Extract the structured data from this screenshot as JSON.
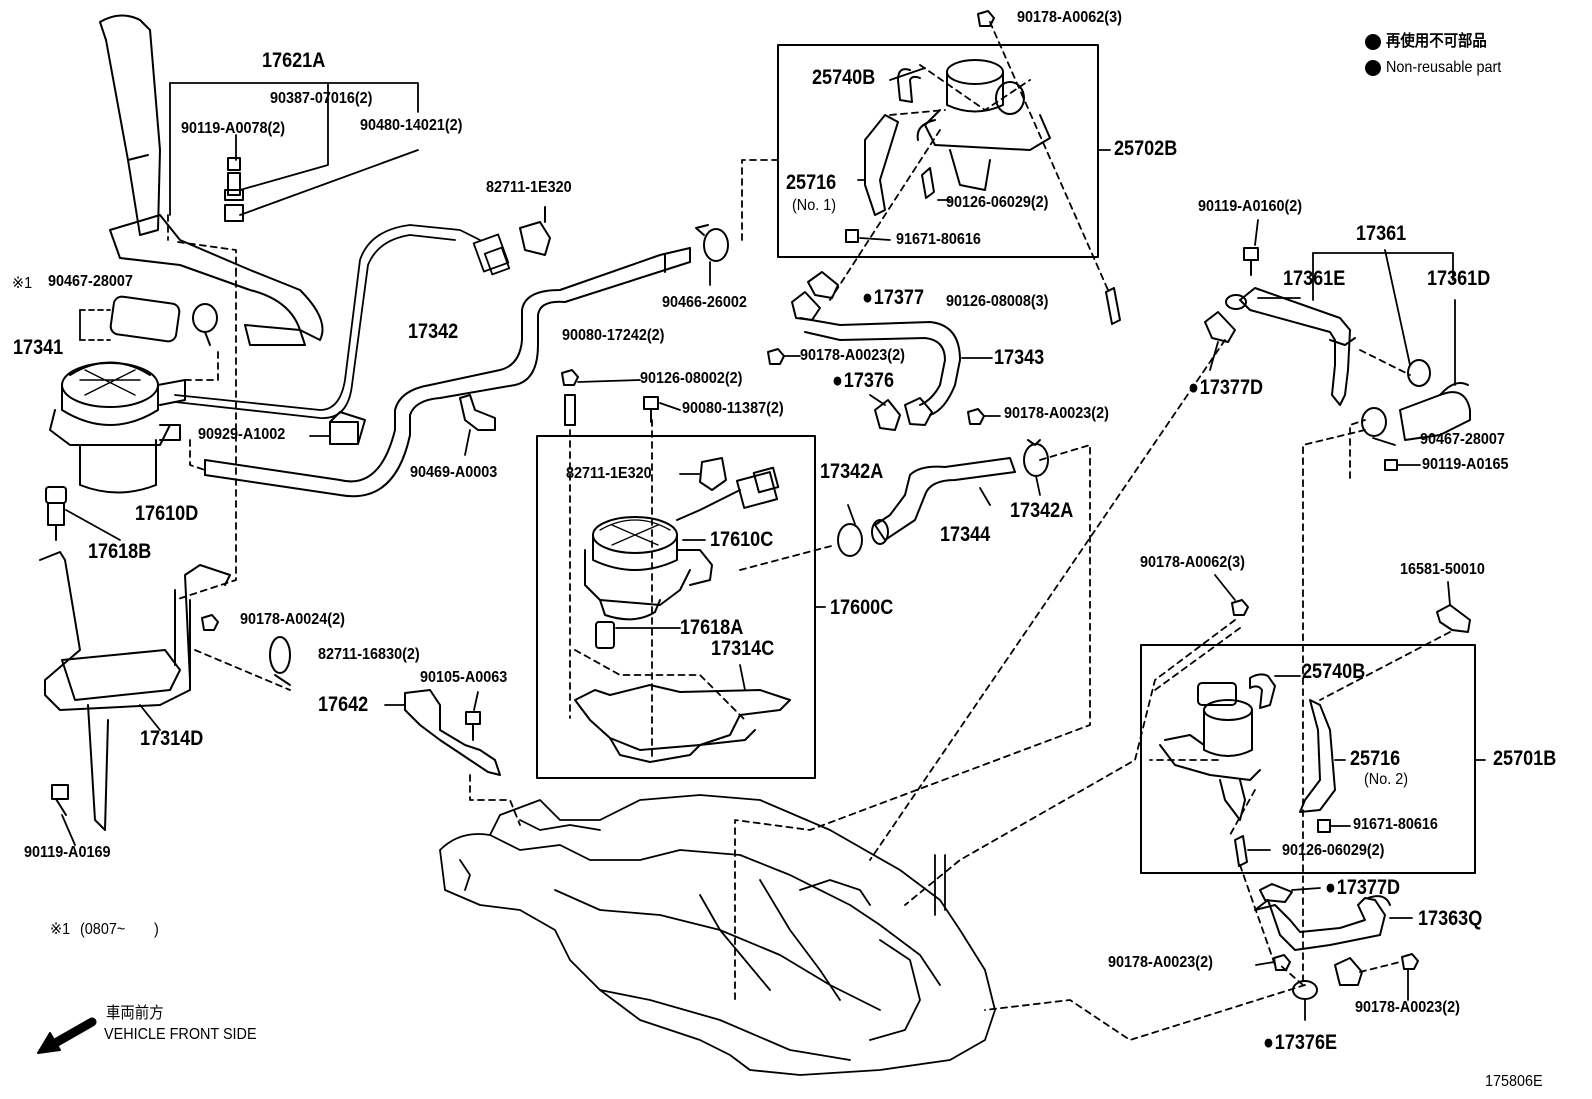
{
  "legend": {
    "jp": "再使用不可部品",
    "en": "Non-reusable part"
  },
  "note": {
    "marker": "※1",
    "range": "(0807~　　)"
  },
  "direction": {
    "jp": "車両前方",
    "en": "VEHICLE FRONT SIDE"
  },
  "figure_number": "175806E",
  "parts": {
    "p17621A": "17621A",
    "p90387": "90387-07016(2)",
    "p90119_A0078": "90119-A0078(2)",
    "p90480": "90480-14021(2)",
    "p90467_left": "90467-28007",
    "p17341": "17341",
    "p17610D": "17610D",
    "p17618B": "17618B",
    "p90178_A0024": "90178-A0024(2)",
    "p82711_16830": "82711-16830(2)",
    "p17314D": "17314D",
    "p90119_A0169": "90119-A0169",
    "p82711_top": "82711-1E320",
    "p17342": "17342",
    "p90929": "90929-A1002",
    "p90469": "90469-A0003",
    "p90466": "90466-26002",
    "p25740B_top": "25740B",
    "p25702B": "25702B",
    "p25716_top": "25716",
    "p25716_top_sub": "(No. 1)",
    "p90126_06029_top": "90126-06029(2)",
    "p91671_top": "91671-80616",
    "p90178_A0062_top": "90178-A0062(3)",
    "p17377": "17377",
    "p90126_08008": "90126-08008(3)",
    "p90080_17242": "90080-17242(2)",
    "p90126_08002": "90126-08002(2)",
    "p90080_11387": "90080-11387(2)",
    "p90178_A0023_a": "90178-A0023(2)",
    "p17343": "17343",
    "p17376": "17376",
    "p90178_A0023_b": "90178-A0023(2)",
    "p82711_mid": "82711-1E320",
    "p17610C": "17610C",
    "p17342A_left": "17342A",
    "p17344": "17344",
    "p17342A_right": "17342A",
    "p17618A": "17618A",
    "p17600C": "17600C",
    "p17314C": "17314C",
    "p90105": "90105-A0063",
    "p17642": "17642",
    "p90119_A0160": "90119-A0160(2)",
    "p17361": "17361",
    "p17361E": "17361E",
    "p17361D": "17361D",
    "p17377D_top": "17377D",
    "p90467_right": "90467-28007",
    "p90119_A0165": "90119-A0165",
    "p90178_A0062_bot": "90178-A0062(3)",
    "p16581": "16581-50010",
    "p25740B_bot": "25740B",
    "p25716_bot": "25716",
    "p25716_bot_sub": "(No. 2)",
    "p25701B": "25701B",
    "p91671_bot": "91671-80616",
    "p90126_06029_bot": "90126-06029(2)",
    "p17377D_bot": "17377D",
    "p17363Q": "17363Q",
    "p90178_A0023_c": "90178-A0023(2)",
    "p90178_A0023_d": "90178-A0023(2)",
    "p17376E": "17376E"
  }
}
